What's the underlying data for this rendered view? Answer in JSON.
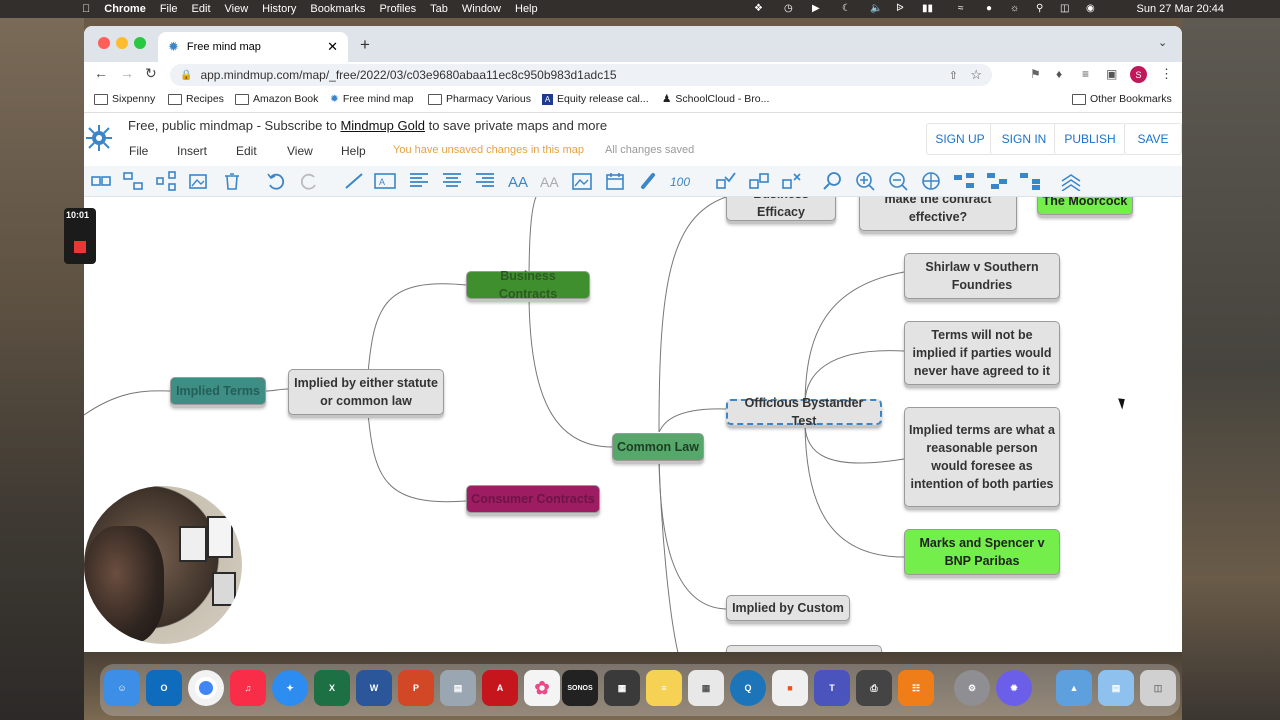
{
  "menubar": {
    "app": "Chrome",
    "items": [
      "File",
      "Edit",
      "View",
      "History",
      "Bookmarks",
      "Profiles",
      "Tab",
      "Window",
      "Help"
    ],
    "datetime": "Sun 27 Mar  20:44"
  },
  "browser": {
    "tab_title": "Free mind map",
    "url": "app.mindmup.com/map/_free/2022/03/c03e9680abaa11ec8c950b983d1adc15",
    "bookmarks": [
      "Sixpenny",
      "Recipes",
      "Amazon Book",
      "Free mind map",
      "Pharmacy Various",
      "Equity release cal...",
      "SchoolCloud - Bro..."
    ],
    "other_bookmarks": "Other Bookmarks",
    "profile_initial": "S"
  },
  "app": {
    "title_prefix": "Free, public mindmap - Subscribe to ",
    "title_link": "Mindmup Gold",
    "title_suffix": " to save private maps and more",
    "menus": [
      "File",
      "Insert",
      "Edit",
      "View",
      "Help"
    ],
    "unsaved": "You have unsaved changes in this map",
    "saved": "All changes saved",
    "buttons": {
      "signup": "SIGN UP",
      "signin": "SIGN IN",
      "publish": "PUBLISH",
      "save": "SAVE"
    }
  },
  "mindmap": {
    "nodes": {
      "business_efficacy": "Business Efficacy",
      "contract_effective": "make the contract effective?",
      "moorcock": "The Moorcock",
      "shirlaw": "Shirlaw v Southern Foundries",
      "terms_not_implied": "Terms will not be implied if parties would never have agreed to it",
      "business_contracts": "Business Contracts",
      "implied_terms": "Implied Terms",
      "statute_or_common": "Implied by either statute or common law",
      "officious": "Officious Bystander Test",
      "common_law": "Common Law",
      "reasonable_person": "Implied terms are what a reasonable person would foresee as intention of both parties",
      "consumer_contracts": "Consumer Contracts",
      "marks_spencer": "Marks and Spencer v BNP Paribas",
      "custom": "Implied by Custom"
    }
  },
  "overlay": {
    "timer": "10:01"
  },
  "dock": {
    "sonos_label": "SONOS"
  },
  "colors": {
    "accent": "#1a73c8",
    "unsaved": "#e6a23c",
    "lime": "#74ee4b",
    "green": "#3f8f2f",
    "maroon": "#9d1c62",
    "teal": "#3e8e85"
  }
}
